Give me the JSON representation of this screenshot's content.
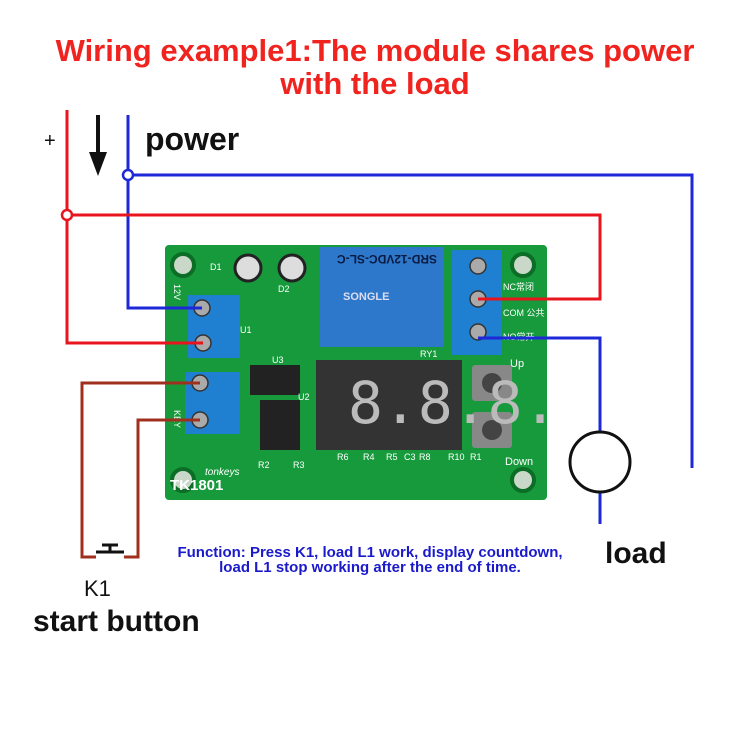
{
  "title": {
    "line1": "Wiring example1:The module shares power",
    "line2": "with the load"
  },
  "labels": {
    "plus": "+",
    "power": "power",
    "load": "load",
    "k1": "K1",
    "start_button": "start button"
  },
  "function_text": {
    "line1": "Function: Press K1, load L1 work, display countdown,",
    "line2": "load L1 stop working after the end of time."
  },
  "board": {
    "model": "TK1801",
    "brand": "tonkeys",
    "relay": "SRD-12VDC-SL-C",
    "relay_brand": "SONGLE",
    "relay_label": "RY1",
    "terminal_labels": [
      "NC常闭",
      "COM 公共",
      "NO常开"
    ],
    "input_labels": [
      "12V",
      "KEY"
    ],
    "buttons": [
      "Up",
      "Down"
    ],
    "display": "8.8.8.",
    "components": [
      "D1",
      "D2",
      "U1",
      "U3",
      "U2",
      "R2",
      "R3",
      "R6",
      "R4",
      "R5",
      "C3",
      "R8",
      "R10",
      "R1"
    ]
  },
  "colors": {
    "title": "#f0231e",
    "positive_wire": "#e8141e",
    "negative_wire": "#1e28d8",
    "switch_wire": "#a0301e",
    "board": "#179a3c",
    "terminal": "#1e7fd0",
    "function_text": "#1a1acc"
  }
}
